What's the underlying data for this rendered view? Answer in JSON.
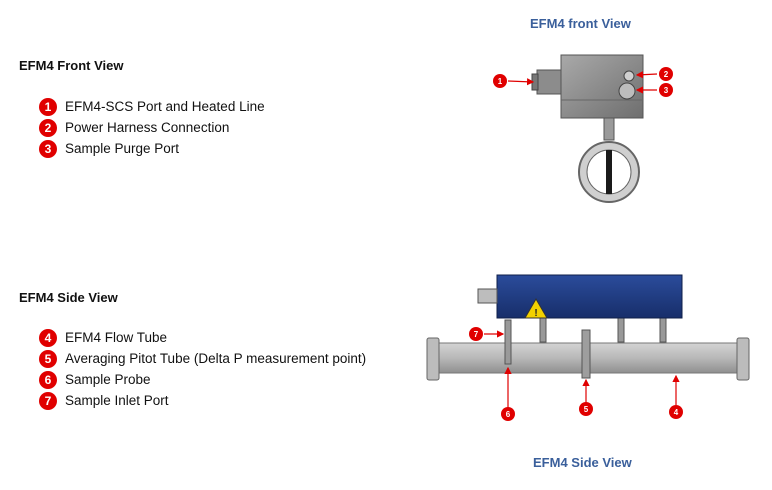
{
  "front_section": {
    "title": "EFM4  Front View",
    "items": [
      {
        "num": "1",
        "label": "EFM4-SCS Port and Heated Line"
      },
      {
        "num": "2",
        "label": "Power Harness Connection"
      },
      {
        "num": "3",
        "label": "Sample Purge Port"
      }
    ]
  },
  "side_section": {
    "title": "EFM4  Side View",
    "items": [
      {
        "num": "4",
        "label": "EFM4 Flow Tube"
      },
      {
        "num": "5",
        "label": "Averaging Pitot Tube (Delta P measurement point)"
      },
      {
        "num": "6",
        "label": "Sample Probe"
      },
      {
        "num": "7",
        "label": "Sample Inlet Port"
      }
    ]
  },
  "front_caption": "EFM4 front View",
  "side_caption": "EFM4 Side View",
  "callouts": {
    "c1": "1",
    "c2": "2",
    "c3": "3",
    "c4": "4",
    "c5": "5",
    "c6": "6",
    "c7": "7"
  },
  "colors": {
    "callout": "#e00000",
    "caption": "#3a5f9b",
    "housing": "#1f3b86"
  }
}
